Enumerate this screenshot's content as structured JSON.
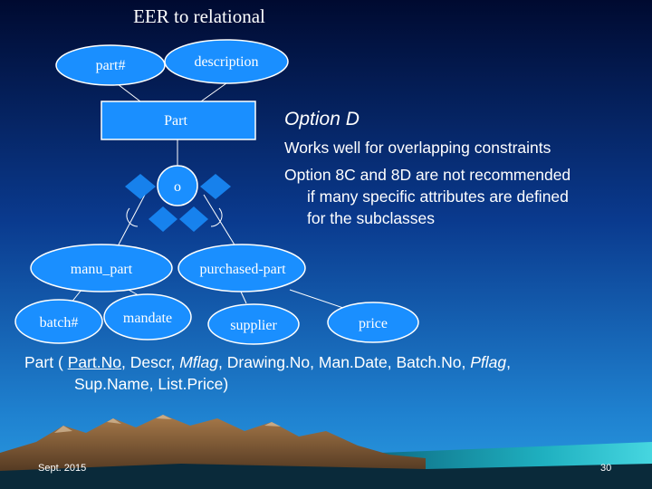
{
  "slide": {
    "title": "EER to relational",
    "option_title": "Option D",
    "bullets": [
      "Works well for overlapping constraints",
      "Option 8C and 8D are not recommended",
      "if many specific attributes are defined",
      "for the subclasses"
    ],
    "footer_date": "Sept. 2015",
    "page_number": "30"
  },
  "diagram": {
    "entities": {
      "part": "Part",
      "manu_part": "manu_part",
      "purchased_part": "purchased-part"
    },
    "attributes": {
      "part_no": "part#",
      "description": "description",
      "batch_no": "batch#",
      "mandate": "mandate",
      "supplier": "supplier",
      "price": "price"
    },
    "specialization_symbol": "o"
  },
  "relation": {
    "name": "Part",
    "open": " (",
    "key": "Part.No,",
    "fields_line1": [
      {
        "text": " Descr, ",
        "italic": false
      },
      {
        "text": "Mflag",
        "italic": true
      },
      {
        "text": ", Drawing.No, Man.Date, Batch.No, ",
        "italic": false
      },
      {
        "text": "Pflag",
        "italic": true
      },
      {
        "text": ",",
        "italic": false
      }
    ],
    "line2": "Sup.Name, List.Price)"
  },
  "colors": {
    "background_top": "#000a30",
    "background_mid": "#0a3a8e",
    "background_bottom": "#1f82d0",
    "shape_fill": "#1a8fff",
    "shape_stroke": "#ffffff",
    "text": "#ffffff",
    "ground": "#0a2a3a",
    "mountain_dark": "#5a3a22",
    "mountain_light": "#a87a4a",
    "water": "#1fb0c0"
  }
}
